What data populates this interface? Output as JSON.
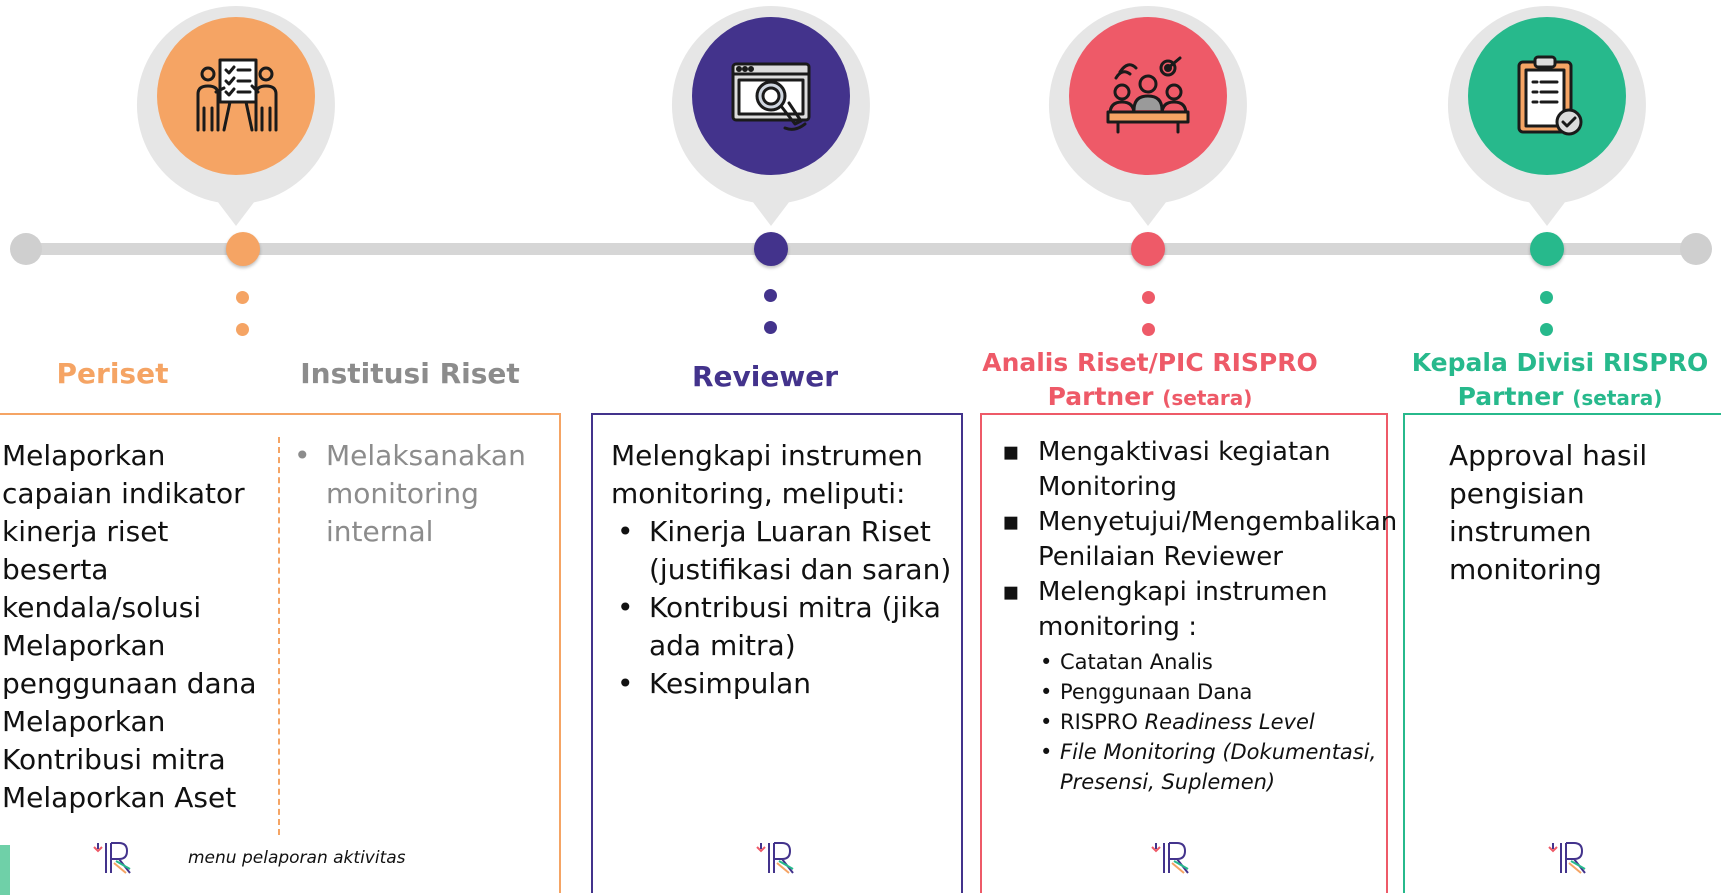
{
  "colors": {
    "periset": "#F5A464",
    "institusi": "#8C8C8C",
    "reviewer": "#43338C",
    "analis": "#EE5A68",
    "kepala": "#27B98C",
    "track": "#D6D6D6",
    "pin": "#E6E6E6"
  },
  "stages": {
    "periset": {
      "icon": "presentation-icon",
      "title": "Periset",
      "items": [
        "Melaporkan capaian indikator kinerja riset beserta kendala/solusi",
        "Melaporkan penggunaan dana",
        "Melaporkan Kontribusi mitra",
        "Melaporkan Aset"
      ]
    },
    "institusi": {
      "title": "Institusi Riset",
      "items": [
        "Melaksanakan monitoring internal"
      ]
    },
    "reviewer": {
      "icon": "browser-magnifier-icon",
      "title": "Reviewer",
      "intro": "Melengkapi instrumen monitoring, meliputi:",
      "items": [
        "Kinerja Luaran Riset (justifikasi dan saran)",
        "Kontribusi mitra (jika ada mitra)",
        "Kesimpulan"
      ]
    },
    "analis": {
      "icon": "team-meeting-icon",
      "title_line1": "Analis Riset/PIC RISPRO",
      "title_line2": "Partner",
      "title_suffix": "(setara)",
      "items": [
        "Mengaktivasi kegiatan Monitoring",
        "Menyetujui/Mengembalikan Penilaian Reviewer",
        "Melengkapi instrumen monitoring :"
      ],
      "sub_items": {
        "catatan": "Catatan Analis",
        "dana": "Penggunaan Dana",
        "rispro": "RISPRO",
        "readiness": "Readiness Level",
        "file": "File Monitoring (Dokumentasi, Presensi, Suplemen)"
      }
    },
    "kepala": {
      "icon": "clipboard-check-icon",
      "title_line1": "Kepala Divisi RISPRO",
      "title_line2": "Partner",
      "title_suffix": "(setara)",
      "text": "Approval hasil pengisian instrumen monitoring"
    }
  },
  "footer": {
    "note": "menu pelaporan aktivitas"
  },
  "logo": {
    "name": "rispro-logo"
  }
}
